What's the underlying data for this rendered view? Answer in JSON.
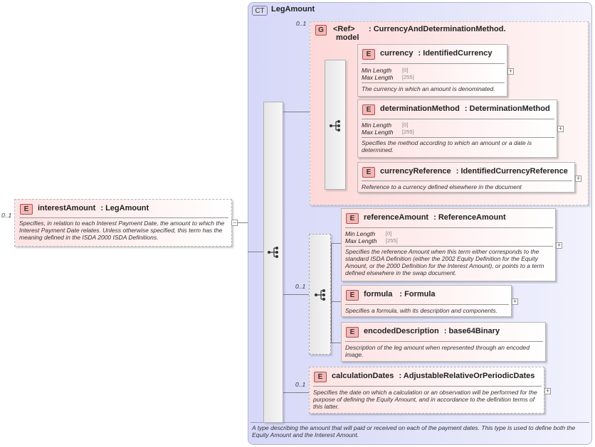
{
  "root": {
    "cardinality": "0..1",
    "tag": "E",
    "name": "interestAmount",
    "type": ": LegAmount",
    "description": "Specifies, in relation to each Interest Payment Date, the amount to which the Interest Payment Date relates. Unless otherwise specified, this term has the meaning defined in the ISDA 2000 ISDA Definitions.",
    "toggle": "−"
  },
  "complex_type": {
    "tag": "CT",
    "name": "LegAmount",
    "description": "A type describing the amount that will paid or received on each of the payment dates. This type is used to define both the Equity Amount and the Interest Amount."
  },
  "group": {
    "cardinality": "0..1",
    "tag": "G",
    "ref": "<Ref>",
    "name_line1": ": CurrencyAndDeterminationMethod.",
    "name_line2": "model"
  },
  "elements": {
    "currency": {
      "tag": "E",
      "name": "currency",
      "type": ": IdentifiedCurrency",
      "min_label": "Min Length",
      "min_value": "[0]",
      "max_label": "Max Length",
      "max_value": "[255]",
      "description": "The currency in which an amount is denominated.",
      "expand": "+"
    },
    "determinationMethod": {
      "tag": "E",
      "name": "determinationMethod",
      "type": ": DeterminationMethod",
      "min_label": "Min Length",
      "min_value": "[0]",
      "max_label": "Max Length",
      "max_value": "[255]",
      "description": "Specifies the method according to which an amount or a date is determined.",
      "expand": "+"
    },
    "currencyReference": {
      "tag": "E",
      "name": "currencyReference",
      "type": ": IdentifiedCurrencyReference",
      "description": "Reference to a currency defined elsewhere in the document",
      "expand": "+"
    },
    "referenceAmount": {
      "tag": "E",
      "name": "referenceAmount",
      "type": ": ReferenceAmount",
      "min_label": "Min Length",
      "min_value": "[0]",
      "max_label": "Max Length",
      "max_value": "[255]",
      "description": "Specifies the reference Amount when this term either corresponds to the standard ISDA Definition (either the 2002 Equity Definition for the Equity Amount, or the 2000 Definition for the Interest Amount), or points to a term defined elsewhere in the swap document.",
      "expand": "+"
    },
    "formula": {
      "tag": "E",
      "name": "formula",
      "type": ": Formula",
      "description": "Specifies a formula, with its description and components.",
      "expand": "+"
    },
    "encodedDescription": {
      "tag": "E",
      "name": "encodedDescription",
      "type": ": base64Binary",
      "description": "Description of the leg amount when represented through an encoded image."
    },
    "calculationDates": {
      "cardinality": "0..1",
      "tag": "E",
      "name": "calculationDates",
      "type": ": AdjustableRelativeOrPeriodicDates",
      "description": "Specifies the date on which a calculation or an observation will be performed for the purpose of defining the Equity Amount, and in accordance to the definition terms of this latter.",
      "expand": "+"
    }
  },
  "choice": {
    "cardinality": "0..1"
  }
}
